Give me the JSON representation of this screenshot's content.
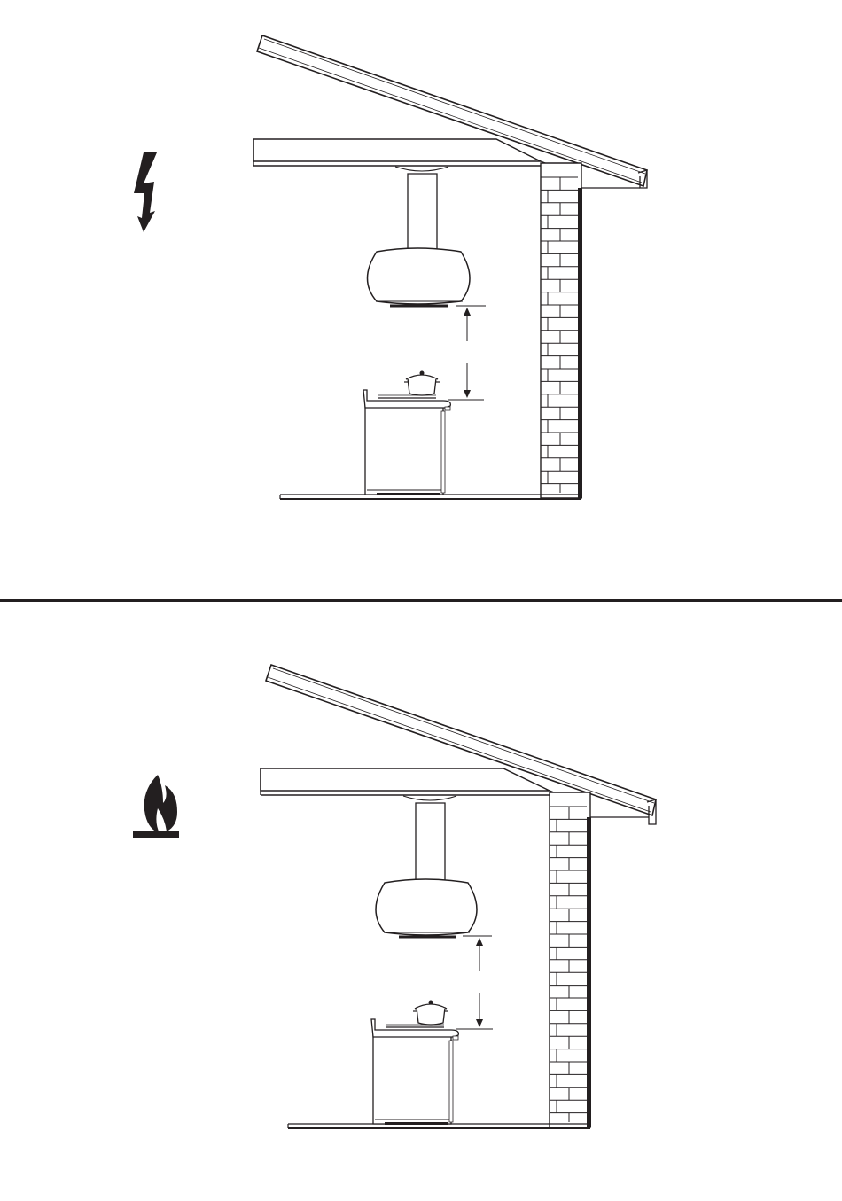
{
  "document": {
    "panels": [
      {
        "id": "electric-cooktop",
        "icon": "lightning-bolt-icon",
        "meaning": "electric"
      },
      {
        "id": "gas-cooktop",
        "icon": "gas-flame-icon",
        "meaning": "gas"
      }
    ],
    "colors": {
      "ink": "#231f20",
      "paper": "#ffffff"
    }
  }
}
